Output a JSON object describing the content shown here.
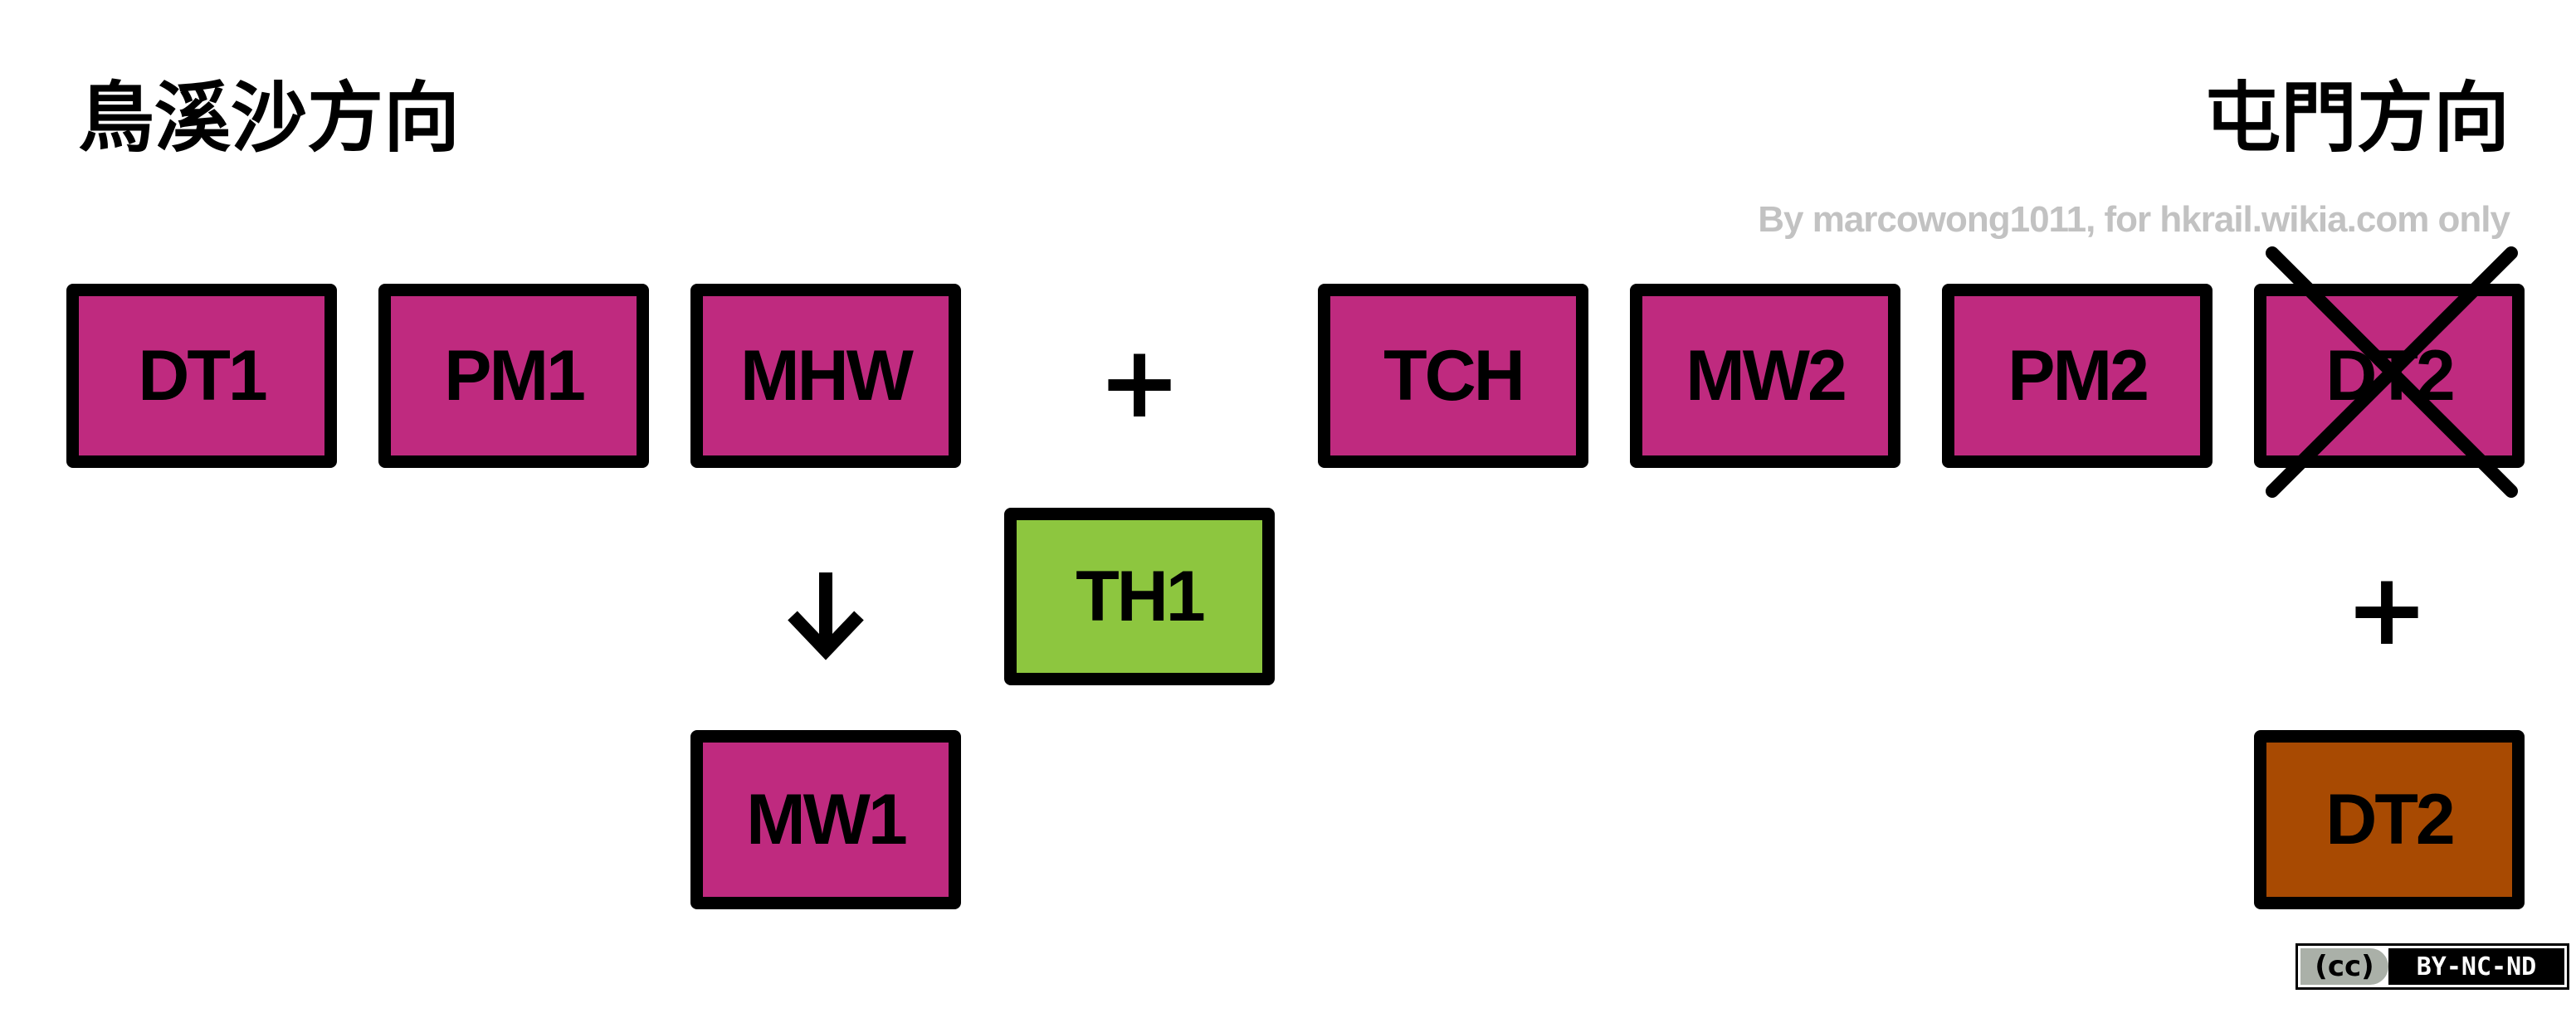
{
  "headings": {
    "left": "鳥溪沙方向",
    "right": "屯門方向"
  },
  "credit": "By marcowong1011, for hkrail.wikia.com only",
  "row1_left": [
    "DT1",
    "PM1",
    "MHW"
  ],
  "row1_right": [
    "TCH",
    "MW2",
    "PM2",
    "DT2"
  ],
  "plus_symbol": "+",
  "inserted_car": "TH1",
  "moved_car": "MW1",
  "replacement_car": "DT2",
  "arrow": "↓",
  "license": {
    "cc": "(cc)",
    "label": "BY-NC-ND"
  },
  "colors": {
    "car": "#bf2a7f",
    "inserted": "#8dc63f",
    "replacement": "#a84a02",
    "credit": "#c2c2c2"
  }
}
